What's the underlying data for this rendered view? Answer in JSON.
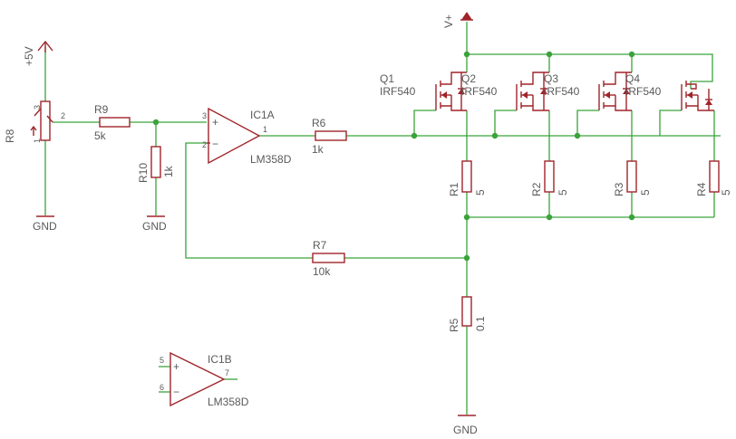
{
  "labels": {
    "r8": "R8",
    "pot_pin3": "3",
    "pot_pin2": "2",
    "pot_pin1": "1",
    "supply_5v": "+5V",
    "gnd_1": "GND",
    "gnd_2": "GND",
    "gnd_3": "GND",
    "r9": "R9",
    "r9_val": "5k",
    "r10": "R10",
    "r10_val": "1k",
    "ic1a": "IC1A",
    "ic1a_part": "LM358D",
    "ic1a_in_plus": "3",
    "ic1a_in_minus": "2",
    "ic1a_out": "1",
    "plus": "+",
    "minus": "−",
    "r6": "R6",
    "r6_val": "1k",
    "r7": "R7",
    "r7_val": "10k",
    "vplus": "V+",
    "q1": "Q1",
    "q1_part": "IRF540",
    "q2": "Q2",
    "q2_part": "IRF540",
    "q3": "Q3",
    "q3_part": "IRF540",
    "q4": "Q4",
    "q4_part": "IRF540",
    "r1": "R1",
    "r1_val": "5",
    "r2": "R2",
    "r2_val": "5",
    "r3": "R3",
    "r3_val": "5",
    "r4": "R4",
    "r4_val": "5",
    "r5": "R5",
    "r5_val": "0.1",
    "ic1b": "IC1B",
    "ic1b_part": "LM358D",
    "ic1b_in_plus": "5",
    "ic1b_in_minus": "6",
    "ic1b_out": "7"
  },
  "colors": {
    "wire": "#3aa33a",
    "component": "#a0242a",
    "text": "#5a5a5a",
    "background": "#ffffff"
  }
}
